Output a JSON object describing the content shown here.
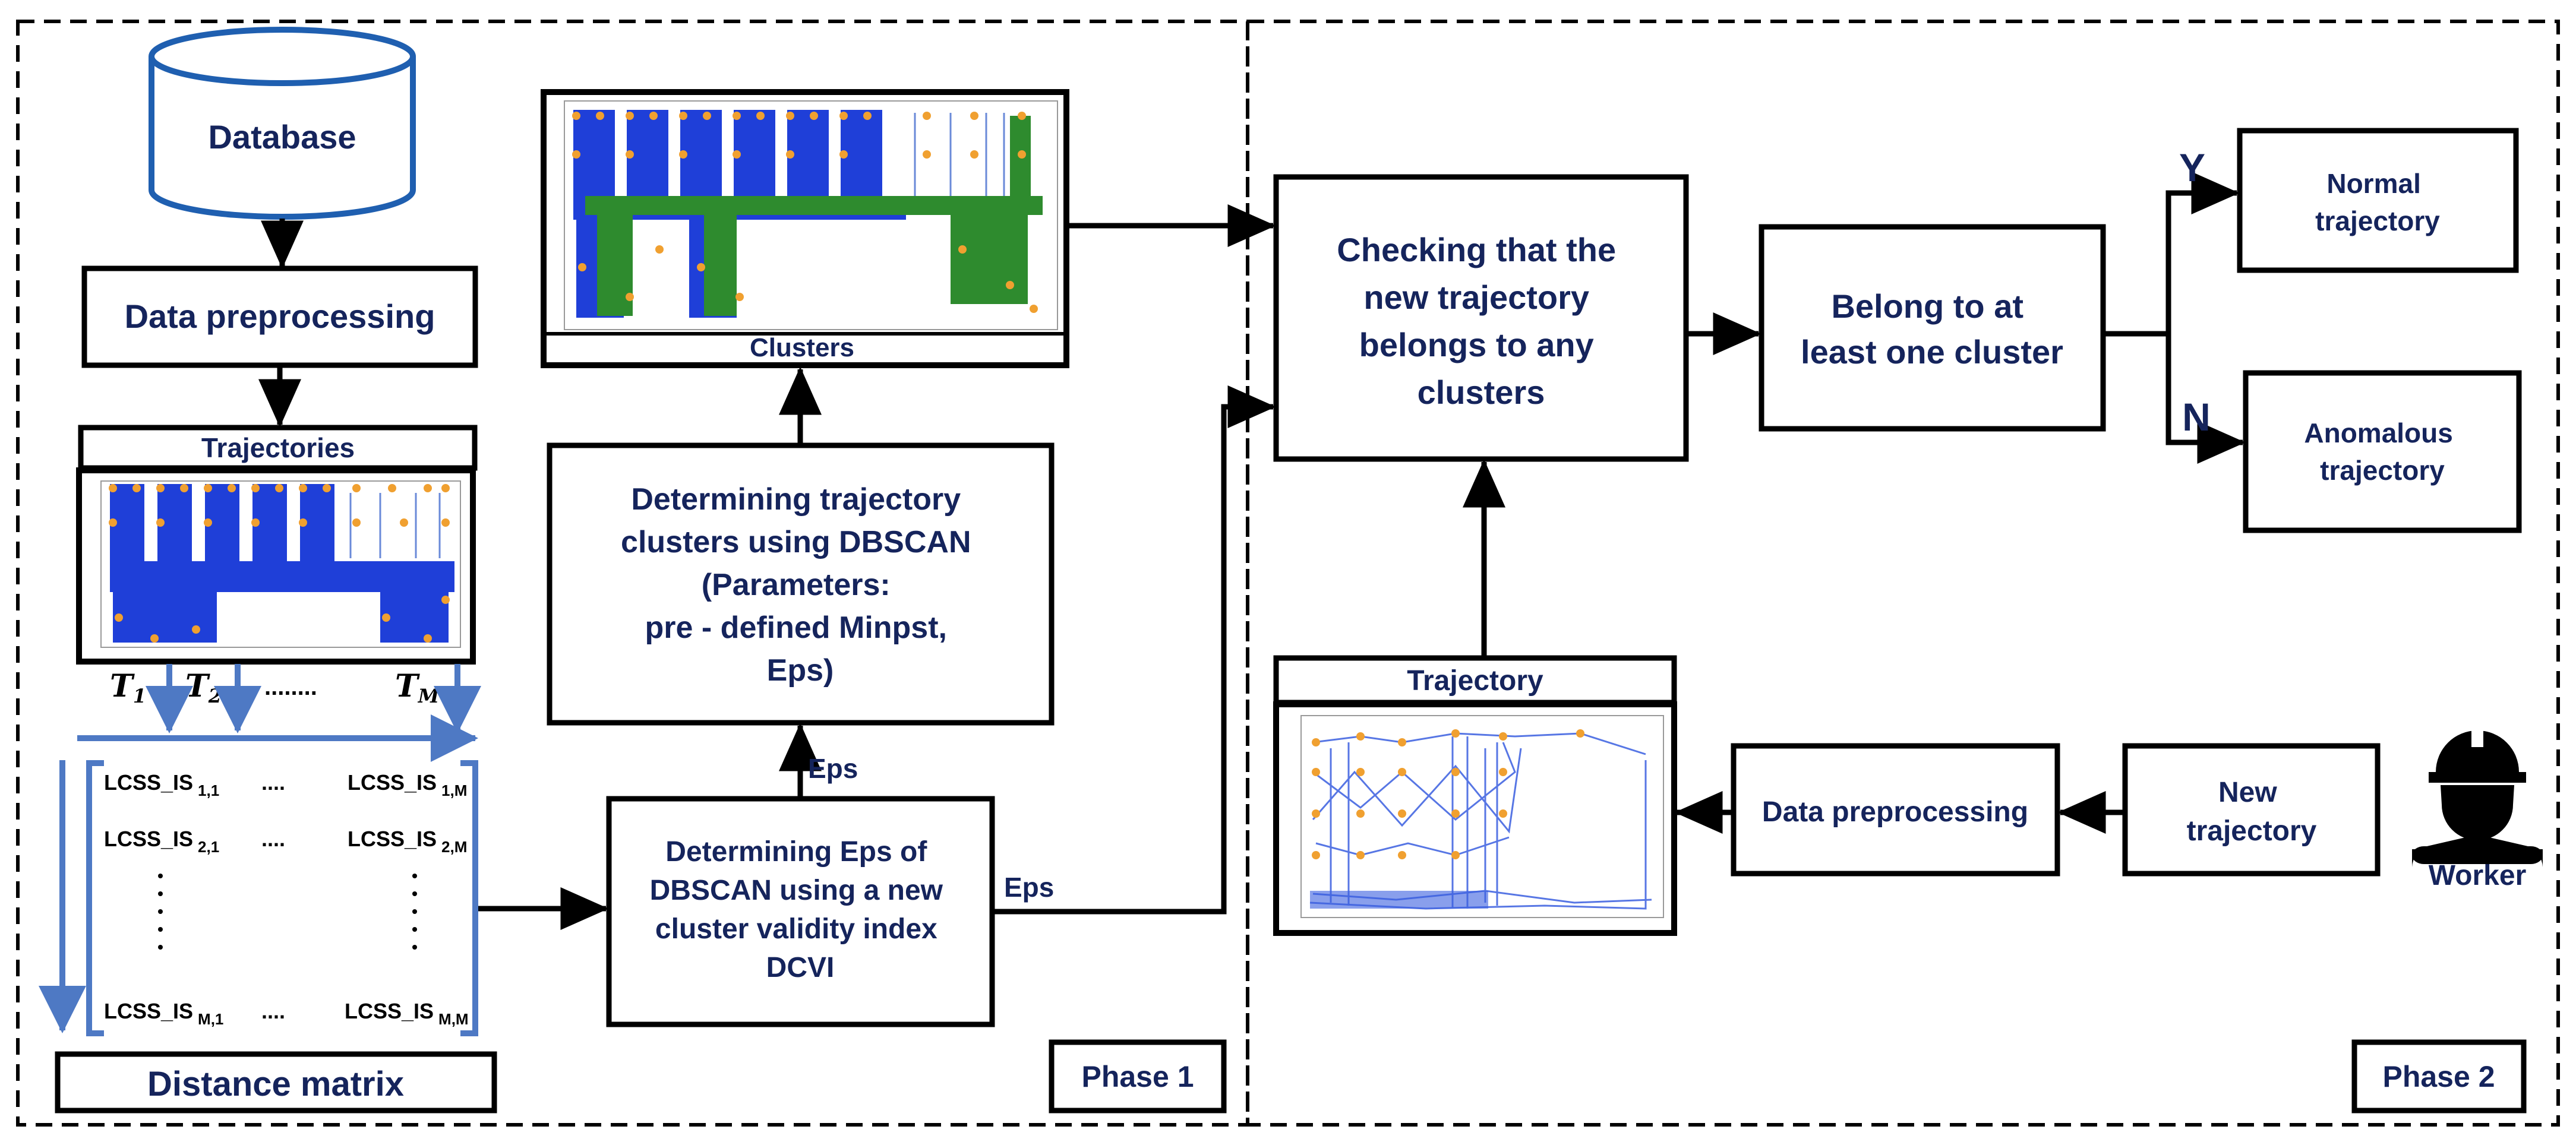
{
  "phase1": {
    "database": "Database",
    "preprocessing": "Data preprocessing",
    "trajectories": "Trajectories",
    "t1": "T",
    "t1_sub": "1",
    "t2": "T",
    "t2_sub": "2",
    "tdots": "........",
    "tm": "T",
    "tm_sub": "M",
    "matrix": {
      "r1c1": "LCSS_IS",
      "r1c1_sub": "1,1",
      "r1dots": "....",
      "r1cm": "LCSS_IS",
      "r1cm_sub": "1,M",
      "r2c1": "LCSS_IS",
      "r2c1_sub": "2,1",
      "r2dots": "....",
      "r2cm": "LCSS_IS",
      "r2cm_sub": "2,M",
      "rmc1": "LCSS_IS",
      "rmc1_sub": "M,1",
      "rmdots": "....",
      "rmcm": "LCSS_IS",
      "rmcm_sub": "M,M"
    },
    "distance_matrix": "Distance matrix",
    "dcvi_box": [
      "Determining Eps of",
      "DBSCAN using a new",
      "cluster validity index",
      "DCVI"
    ],
    "eps_up": "Eps",
    "eps_right": "Eps",
    "dbscan_box": [
      "Determining trajectory",
      "clusters using DBSCAN",
      "(Parameters:",
      "pre - defined Minpst,",
      "Eps)"
    ],
    "clusters": "Clusters",
    "phase_label": "Phase 1"
  },
  "phase2": {
    "checking_box": [
      "Checking that the",
      "new trajectory",
      "belongs to any",
      "clusters"
    ],
    "belong_box": [
      "Belong to at",
      "least one cluster"
    ],
    "yes": "Y",
    "no": "N",
    "normal_box": [
      "Normal",
      "trajectory"
    ],
    "anomalous_box": [
      "Anomalous",
      "trajectory"
    ],
    "trajectory": "Trajectory",
    "preprocessing": "Data preprocessing",
    "new_box": [
      "New",
      "trajectory"
    ],
    "worker": "Worker",
    "phase_label": "Phase 2"
  },
  "colors": {
    "text": "#15245c",
    "matrix_arrow": "#4e79c4",
    "plot_blue": "#1f3fd8",
    "plot_green": "#2e8b2e",
    "plot_orange": "#f0a030"
  },
  "icons": [
    "database-icon",
    "worker-icon"
  ]
}
